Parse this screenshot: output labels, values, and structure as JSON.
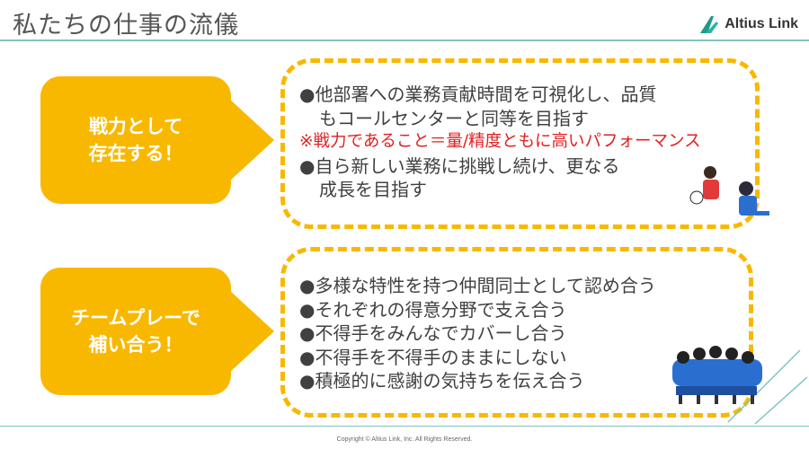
{
  "header": {
    "title": "私たちの仕事の流儀",
    "logo_text": "Altius Link"
  },
  "sections": [
    {
      "tag": [
        "戦力として",
        "存在する！"
      ],
      "lines": [
        "●他部署への業務貢献時間を可視化し、品質",
        "もコールセンターと同等を目指す",
        "※戦力であること＝量/精度ともに高いパフォーマンス",
        "●自ら新しい業務に挑戦し続け、更なる",
        "成長を目指す"
      ]
    },
    {
      "tag": [
        "チームプレーで",
        "補い合う！"
      ],
      "lines": [
        "●多様な特性を持つ仲間同士として認め合う",
        "●それぞれの得意分野で支え合う",
        "●不得手をみんなでカバーし合う",
        "●不得手を不得手のままにしない",
        "●積極的に感謝の気持ちを伝え合う"
      ]
    }
  ],
  "footer": {
    "copyright": "Copyright © Altius Link, Inc. All Rights Reserved."
  },
  "colors": {
    "accent": "#f9b800",
    "teal": "#7cc4c2",
    "red": "#e02020"
  }
}
